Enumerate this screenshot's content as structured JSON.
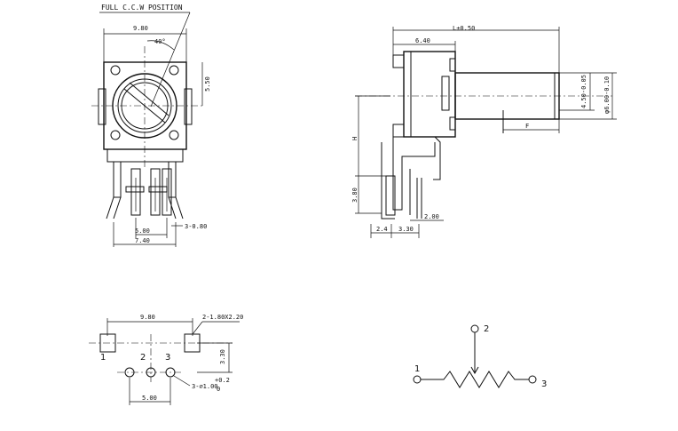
{
  "front_view": {
    "title": "FULL C.C.W POSITION",
    "dim_width": "9.80",
    "dim_angle": "40°",
    "dim_height": "5.50",
    "dim_pin_pitch": "5.00",
    "dim_pin_span": "7.40",
    "dim_pin_width": "3-0.80"
  },
  "side_view": {
    "dim_length": "L±0.50",
    "dim_body": "6.40",
    "dim_shaft_small": "4.50-0.05",
    "dim_shaft_large": "φ6.00-0.10",
    "dim_f": "F",
    "dim_h": "H",
    "dim_base": "3.80",
    "dim_a": "2.4",
    "dim_b": "3.30",
    "dim_c": "2.00"
  },
  "pcb_layout": {
    "dim_span": "9.80",
    "dim_slot": "2-1.80X2.20",
    "dim_offset": "3.30",
    "dim_holes": "3-∅1.00",
    "tol_plus": "+0.2",
    "tol_zero": "0",
    "dim_pitch": "5.00",
    "pin_labels": [
      "1",
      "2",
      "3"
    ]
  },
  "schematic": {
    "terminals": [
      "1",
      "2",
      "3"
    ]
  }
}
